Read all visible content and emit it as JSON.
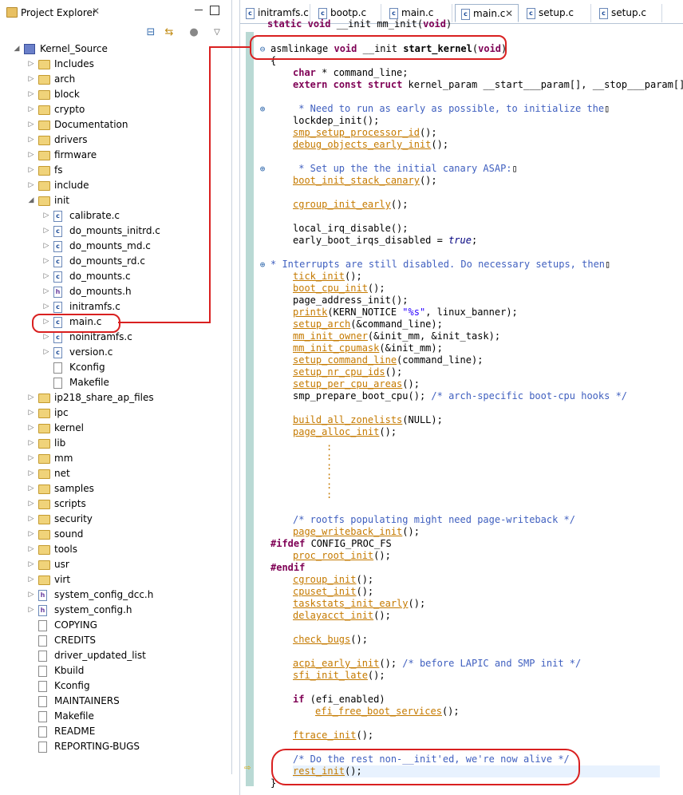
{
  "explorer": {
    "title": "Project Explorer",
    "close": "✕",
    "tree": [
      {
        "label": "Kernel_Source",
        "type": "proj",
        "depth": 0,
        "twisty": "▲"
      },
      {
        "label": "Includes",
        "type": "folder",
        "depth": 1,
        "twisty": "▷"
      },
      {
        "label": "arch",
        "type": "folder",
        "depth": 1,
        "twisty": "▷"
      },
      {
        "label": "block",
        "type": "folder",
        "depth": 1,
        "twisty": "▷"
      },
      {
        "label": "crypto",
        "type": "folder",
        "depth": 1,
        "twisty": "▷"
      },
      {
        "label": "Documentation",
        "type": "folder",
        "depth": 1,
        "twisty": "▷"
      },
      {
        "label": "drivers",
        "type": "folder",
        "depth": 1,
        "twisty": "▷"
      },
      {
        "label": "firmware",
        "type": "folder",
        "depth": 1,
        "twisty": "▷"
      },
      {
        "label": "fs",
        "type": "folder",
        "depth": 1,
        "twisty": "▷"
      },
      {
        "label": "include",
        "type": "folder",
        "depth": 1,
        "twisty": "▷"
      },
      {
        "label": "init",
        "type": "folder",
        "depth": 1,
        "twisty": "▲"
      },
      {
        "label": "calibrate.c",
        "type": "c",
        "depth": 2,
        "twisty": "▷"
      },
      {
        "label": "do_mounts_initrd.c",
        "type": "c",
        "depth": 2,
        "twisty": "▷"
      },
      {
        "label": "do_mounts_md.c",
        "type": "c",
        "depth": 2,
        "twisty": "▷"
      },
      {
        "label": "do_mounts_rd.c",
        "type": "c",
        "depth": 2,
        "twisty": "▷"
      },
      {
        "label": "do_mounts.c",
        "type": "c",
        "depth": 2,
        "twisty": "▷"
      },
      {
        "label": "do_mounts.h",
        "type": "h",
        "depth": 2,
        "twisty": "▷"
      },
      {
        "label": "initramfs.c",
        "type": "c",
        "depth": 2,
        "twisty": "▷"
      },
      {
        "label": "main.c",
        "type": "c",
        "depth": 2,
        "twisty": "▷"
      },
      {
        "label": "noinitramfs.c",
        "type": "c",
        "depth": 2,
        "twisty": "▷"
      },
      {
        "label": "version.c",
        "type": "c",
        "depth": 2,
        "twisty": "▷"
      },
      {
        "label": "Kconfig",
        "type": "t",
        "depth": 2,
        "twisty": ""
      },
      {
        "label": "Makefile",
        "type": "t",
        "depth": 2,
        "twisty": ""
      },
      {
        "label": "ip218_share_ap_files",
        "type": "folder",
        "depth": 1,
        "twisty": "▷"
      },
      {
        "label": "ipc",
        "type": "folder",
        "depth": 1,
        "twisty": "▷"
      },
      {
        "label": "kernel",
        "type": "folder",
        "depth": 1,
        "twisty": "▷"
      },
      {
        "label": "lib",
        "type": "folder",
        "depth": 1,
        "twisty": "▷"
      },
      {
        "label": "mm",
        "type": "folder",
        "depth": 1,
        "twisty": "▷"
      },
      {
        "label": "net",
        "type": "folder",
        "depth": 1,
        "twisty": "▷"
      },
      {
        "label": "samples",
        "type": "folder",
        "depth": 1,
        "twisty": "▷"
      },
      {
        "label": "scripts",
        "type": "folder",
        "depth": 1,
        "twisty": "▷"
      },
      {
        "label": "security",
        "type": "folder",
        "depth": 1,
        "twisty": "▷"
      },
      {
        "label": "sound",
        "type": "folder",
        "depth": 1,
        "twisty": "▷"
      },
      {
        "label": "tools",
        "type": "folder",
        "depth": 1,
        "twisty": "▷"
      },
      {
        "label": "usr",
        "type": "folder",
        "depth": 1,
        "twisty": "▷"
      },
      {
        "label": "virt",
        "type": "folder",
        "depth": 1,
        "twisty": "▷"
      },
      {
        "label": "system_config_dcc.h",
        "type": "h",
        "depth": 1,
        "twisty": "▷"
      },
      {
        "label": "system_config.h",
        "type": "h",
        "depth": 1,
        "twisty": "▷"
      },
      {
        "label": "COPYING",
        "type": "t",
        "depth": 1,
        "twisty": ""
      },
      {
        "label": "CREDITS",
        "type": "t",
        "depth": 1,
        "twisty": ""
      },
      {
        "label": "driver_updated_list",
        "type": "t",
        "depth": 1,
        "twisty": ""
      },
      {
        "label": "Kbuild",
        "type": "t",
        "depth": 1,
        "twisty": ""
      },
      {
        "label": "Kconfig",
        "type": "t",
        "depth": 1,
        "twisty": ""
      },
      {
        "label": "MAINTAINERS",
        "type": "t",
        "depth": 1,
        "twisty": ""
      },
      {
        "label": "Makefile",
        "type": "t",
        "depth": 1,
        "twisty": ""
      },
      {
        "label": "README",
        "type": "t",
        "depth": 1,
        "twisty": ""
      },
      {
        "label": "REPORTING-BUGS",
        "type": "t",
        "depth": 1,
        "twisty": ""
      }
    ]
  },
  "editor": {
    "tabs": [
      {
        "label": "initramfs.c",
        "active": false
      },
      {
        "label": "bootp.c",
        "active": false
      },
      {
        "label": "main.c",
        "active": false
      },
      {
        "label": "main.c",
        "active": true
      },
      {
        "label": "setup.c",
        "active": false
      },
      {
        "label": "setup.c",
        "active": false
      }
    ],
    "tab_close": "✕"
  },
  "colors": {
    "annotation": "#d92020",
    "gutter": "#b9d9d4"
  }
}
